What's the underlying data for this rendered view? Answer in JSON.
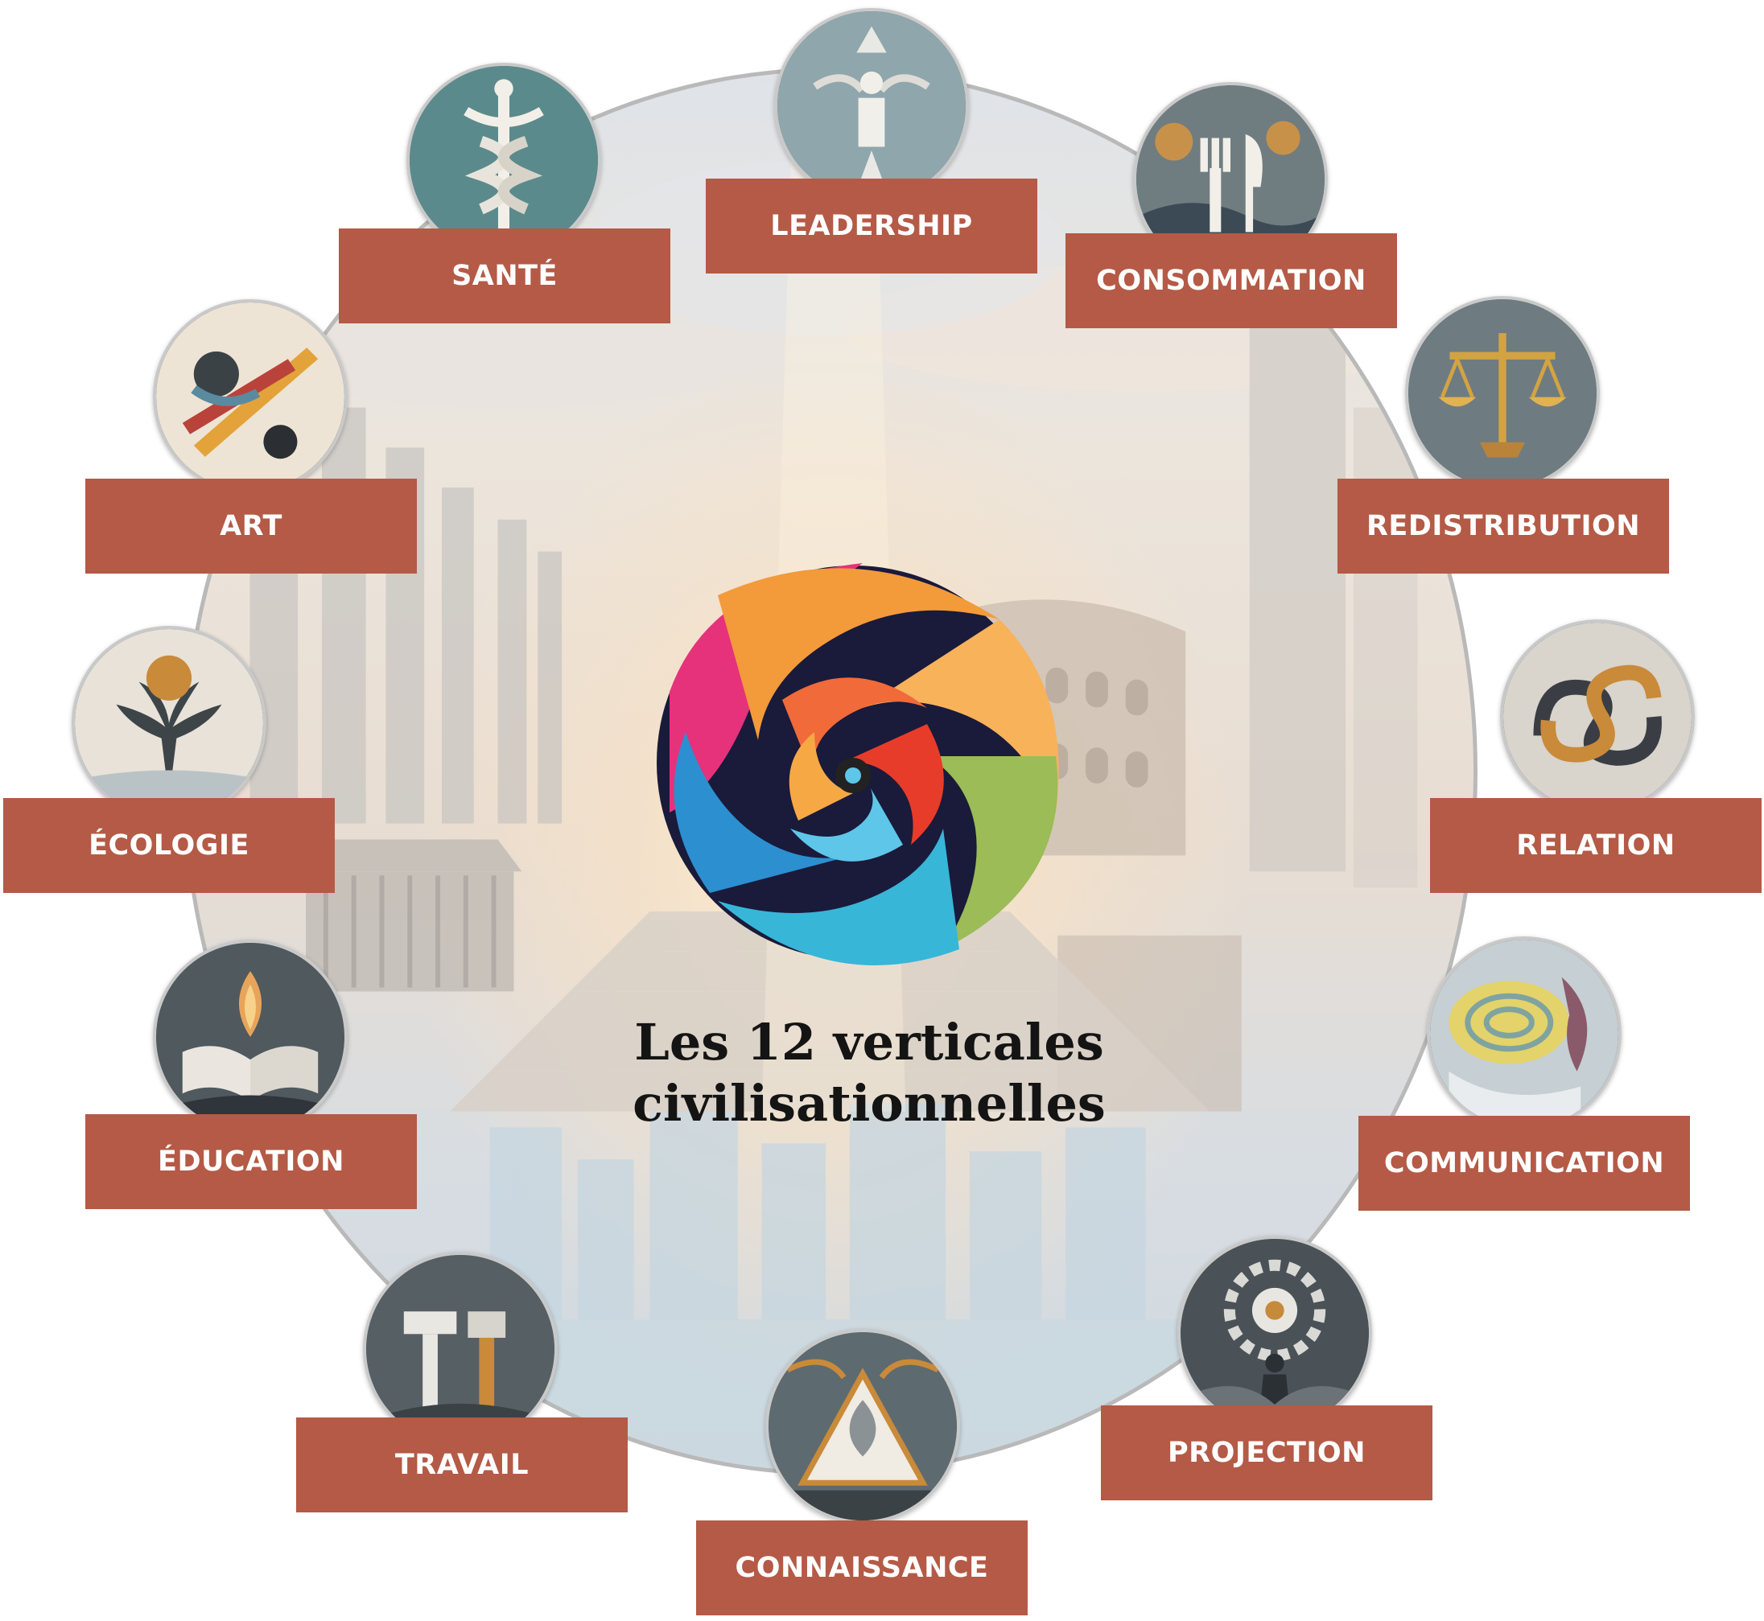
{
  "title": {
    "line1": "Les 12 verticales",
    "line2": "civilisationnelles"
  },
  "verticals": [
    {
      "id": "leadership",
      "label": "LEADERSHIP",
      "icon": "leader-figure-icon"
    },
    {
      "id": "consommation",
      "label": "CONSOMMATION",
      "icon": "fork-knife-icon"
    },
    {
      "id": "redistribution",
      "label": "REDISTRIBUTION",
      "icon": "scales-icon"
    },
    {
      "id": "relation",
      "label": "RELATION",
      "icon": "intertwined-knot-icon"
    },
    {
      "id": "communication",
      "label": "COMMUNICATION",
      "icon": "speech-spiral-icon"
    },
    {
      "id": "projection",
      "label": "PROJECTION",
      "icon": "gear-figure-icon"
    },
    {
      "id": "connaissance",
      "label": "CONNAISSANCE",
      "icon": "triangle-eye-icon"
    },
    {
      "id": "travail",
      "label": "TRAVAIL",
      "icon": "hammer-tools-icon"
    },
    {
      "id": "education",
      "label": "ÉDUCATION",
      "icon": "open-book-icon"
    },
    {
      "id": "ecologie",
      "label": "ÉCOLOGIE",
      "icon": "tree-icon"
    },
    {
      "id": "art",
      "label": "ART",
      "icon": "paint-brush-icon"
    },
    {
      "id": "sante",
      "label": "SANTÉ",
      "icon": "caduceus-icon"
    }
  ],
  "colors": {
    "label_bg": "#b45a46",
    "label_text": "#ffffff",
    "title_text": "#141414",
    "ring": "#b9b9b9"
  }
}
